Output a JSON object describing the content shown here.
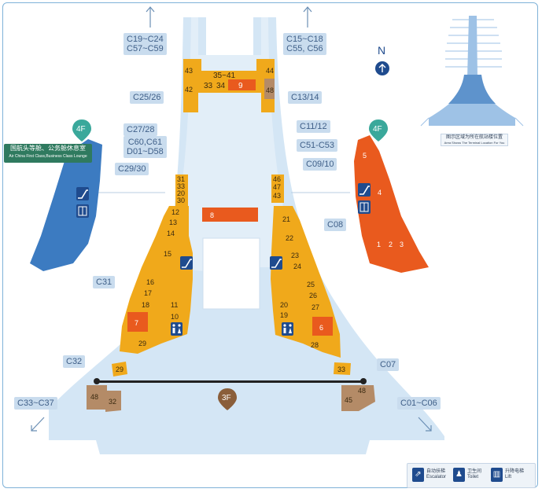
{
  "map": {
    "gate_labels": {
      "north_left": [
        "C19~C24",
        "C57~C59"
      ],
      "north_right": [
        "C15~C18",
        "C55, C56"
      ],
      "c25_26": "C25/26",
      "c13_14": "C13/14",
      "c27_28": "C27/28",
      "c60_d58": [
        "C60,C61",
        "D01~D58"
      ],
      "c11_12": "C11/12",
      "c51_53": "C51-C53",
      "c29_30": "C29/30",
      "c09_10": "C09/10",
      "c08": "C08",
      "c31": "C31",
      "c32": "C32",
      "c07": "C07",
      "c33_37": "C33~C37",
      "c01_06": "C01~C06"
    },
    "floor_badges": {
      "left": "4F",
      "right": "4F",
      "center": "3F"
    },
    "compass": "N",
    "lounge_label": {
      "cn": "国航头等舱、公务舱休息室",
      "en": "Air China First Class,Business Class Lounge"
    },
    "inset_note": {
      "cn": "图示区域为所在航站楼位置",
      "en": "Area Shows The Terminal Location For You"
    },
    "shops": {
      "top": [
        "43",
        "35~41",
        "44",
        "42",
        "33",
        "34",
        "9",
        "48"
      ],
      "upper_left": [
        "31",
        "33",
        "20",
        "30"
      ],
      "upper_right": [
        "46",
        "47",
        "43"
      ],
      "center": "8",
      "left_wing": [
        "12",
        "13",
        "14",
        "15",
        "16",
        "17",
        "18",
        "11",
        "10",
        "7",
        "29"
      ],
      "right_wing": [
        "21",
        "22",
        "23",
        "24",
        "25",
        "26",
        "27",
        "20",
        "19",
        "6",
        "28"
      ],
      "right_orange": [
        "5",
        "4",
        "1",
        "2",
        "3"
      ],
      "lower_left": [
        "29",
        "48",
        "32"
      ],
      "lower_right": [
        "33",
        "48",
        "45"
      ]
    },
    "legend": [
      {
        "icon": "escalator-icon",
        "cn": "自动扶梯",
        "en": "Escalator"
      },
      {
        "icon": "toilet-icon",
        "cn": "卫生间",
        "en": "Toilet"
      },
      {
        "icon": "lift-icon",
        "cn": "升降电梯",
        "en": "Lift"
      }
    ],
    "colors": {
      "concourse": "#d4e6f5",
      "yellow": "#f0a91b",
      "orange": "#e95a1e",
      "blue_zone": "#3c7bc1",
      "brown": "#b48b67",
      "teal": "#3aa89b",
      "navy": "#1f4b8e"
    }
  }
}
